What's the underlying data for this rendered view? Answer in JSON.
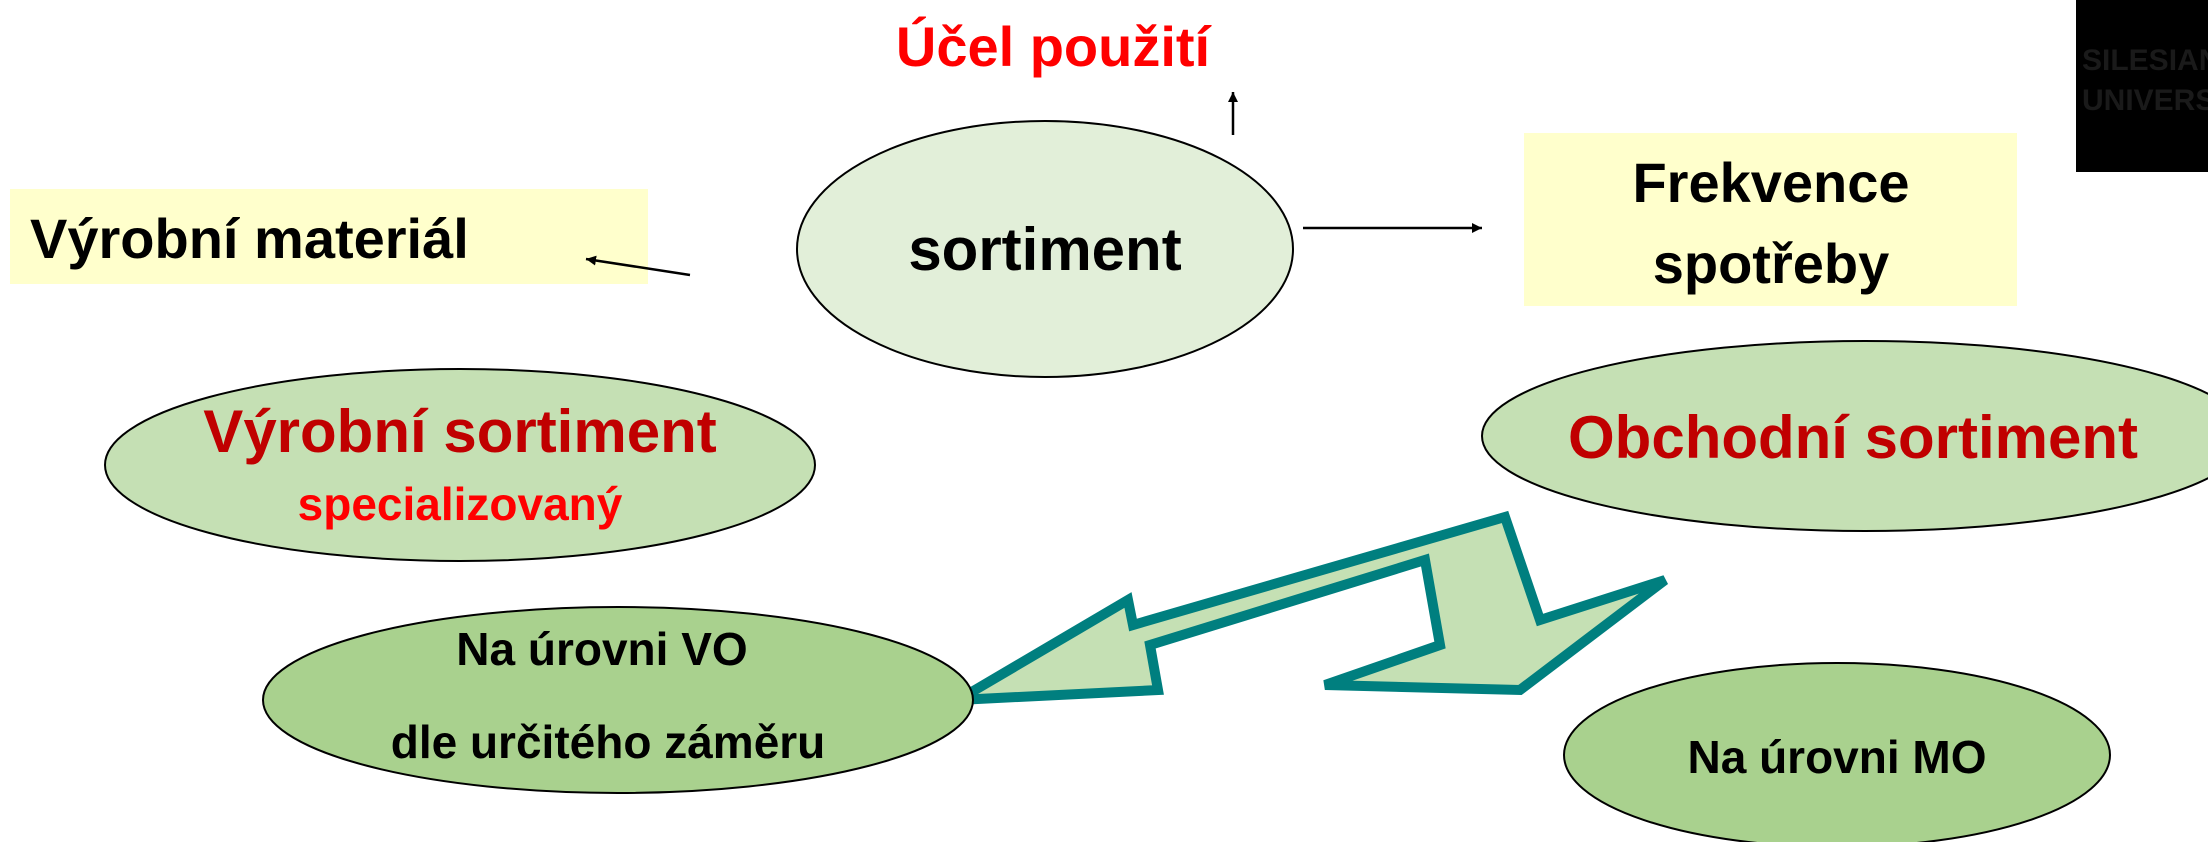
{
  "diagram": {
    "center": "sortiment",
    "purpose": "Účel použití",
    "material": "Výrobní materiál",
    "frequency": {
      "line1": "Frekvence",
      "line2": "spotřeby"
    },
    "production": {
      "title": "Výrobní sortiment",
      "subtitle": "specializovaný"
    },
    "trade": {
      "title": "Obchodní sortiment"
    },
    "wholesale": {
      "line1": "Na úrovni VO",
      "line2": "dle určitého záměru"
    },
    "retail": {
      "label": "Na úrovni MO"
    },
    "logo": {
      "line1": "SILESIAN",
      "line2": "UNIVERSITY"
    }
  },
  "colors": {
    "ellipse_light": "#e2efd9",
    "ellipse_mid": "#c5e0b4",
    "ellipse_dark": "#a9d18e",
    "note_fill": "#ffffcc",
    "title_red": "#c00000",
    "accent_red": "#ff0000",
    "arrow_outline": "#007f7f",
    "arrow_fill": "#c5e0b4",
    "text": "#000000",
    "logo_bg": "#000000"
  }
}
